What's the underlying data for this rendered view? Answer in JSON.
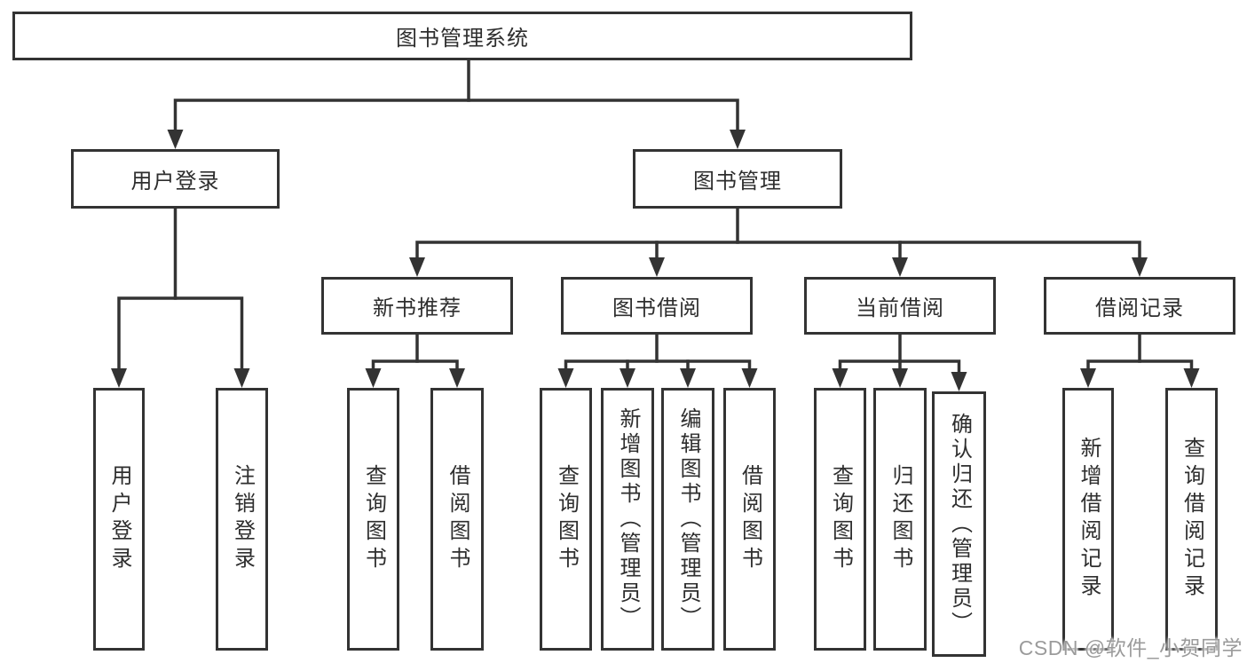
{
  "colors": {
    "line": "#333333",
    "border": "#333333",
    "text": "#2e2e2e",
    "background": "#ffffff",
    "watermark": "#9b9b9b"
  },
  "tree": {
    "root": {
      "label": "图书管理系统"
    },
    "branches": [
      {
        "label": "用户登录",
        "children": [
          {
            "label": "用户登录"
          },
          {
            "label": "注销登录"
          }
        ]
      },
      {
        "label": "图书管理",
        "children": [
          {
            "label": "新书推荐",
            "children": [
              {
                "label": "查询图书"
              },
              {
                "label": "借阅图书"
              }
            ]
          },
          {
            "label": "图书借阅",
            "children": [
              {
                "label": "查询图书"
              },
              {
                "label": "新增图书（管理员）"
              },
              {
                "label": "编辑图书（管理员）"
              },
              {
                "label": "借阅图书"
              }
            ]
          },
          {
            "label": "当前借阅",
            "children": [
              {
                "label": "查询图书"
              },
              {
                "label": "归还图书"
              },
              {
                "label": "确认归还（管理员）"
              }
            ]
          },
          {
            "label": "借阅记录",
            "children": [
              {
                "label": "新增借阅记录"
              },
              {
                "label": "查询借阅记录"
              }
            ]
          }
        ]
      }
    ]
  },
  "watermark": {
    "text": "CSDN @软件_小贺同学"
  }
}
